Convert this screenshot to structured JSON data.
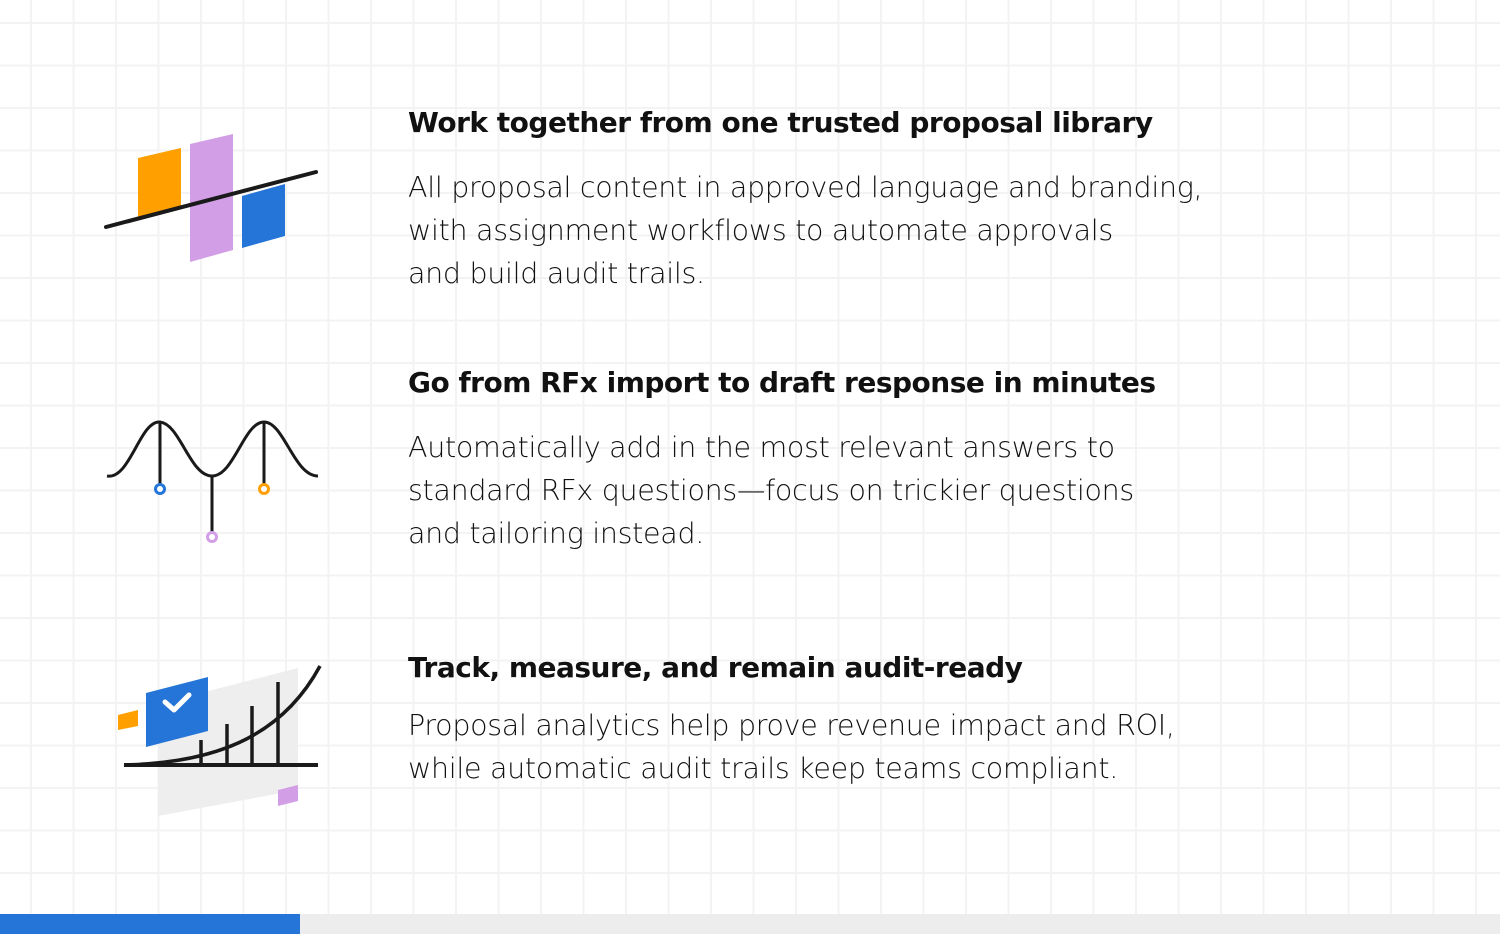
{
  "features": [
    {
      "title": "Work together from one trusted proposal library",
      "lines": [
        "All proposal content in approved language and branding,",
        "with assignment workflows to automate approvals",
        "and build audit trails."
      ],
      "icon": "library-bars-icon"
    },
    {
      "title": "Go from RFx import to draft response in minutes",
      "lines": [
        "Automatically add in the most relevant answers to",
        "standard RFx questions—focus on trickier questions",
        "and tailoring instead."
      ],
      "icon": "wave-pins-icon"
    },
    {
      "title": "Track, measure, and remain audit-ready",
      "lines": [
        "Proposal analytics help prove revenue impact and  ROI,",
        "while automatic audit trails keep teams compliant."
      ],
      "icon": "analytics-chart-icon"
    }
  ],
  "progress": {
    "percent": 20
  },
  "colors": {
    "blue": "#2575d8",
    "orange": "#ffa000",
    "purple": "#d29ee6"
  }
}
